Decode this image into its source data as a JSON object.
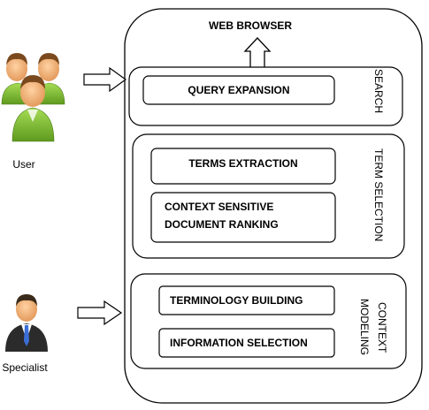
{
  "diagram": {
    "top_label": "WEB BROWSER",
    "actors": {
      "user": "User",
      "specialist": "Specialist"
    },
    "sections": {
      "search": {
        "side_label": "SEARCH",
        "boxes": [
          "QUERY EXPANSION"
        ]
      },
      "term_selection": {
        "side_label": "TERM SELECTION",
        "boxes": [
          "TERMS EXTRACTION",
          "CONTEXT SENSITIVE",
          "DOCUMENT RANKING"
        ]
      },
      "context_modeling": {
        "side_label_line1": "CONTEXT",
        "side_label_line2": "MODELING",
        "boxes": [
          "TERMINOLOGY BUILDING",
          "INFORMATION SELECTION"
        ]
      }
    },
    "colors": {
      "user_skin": "#f2b27a",
      "user_shirt": "#8cc63f",
      "user_hair": "#7a4a1e",
      "specialist_suit": "#2b2b2b",
      "specialist_tie": "#3b6fd6"
    }
  }
}
